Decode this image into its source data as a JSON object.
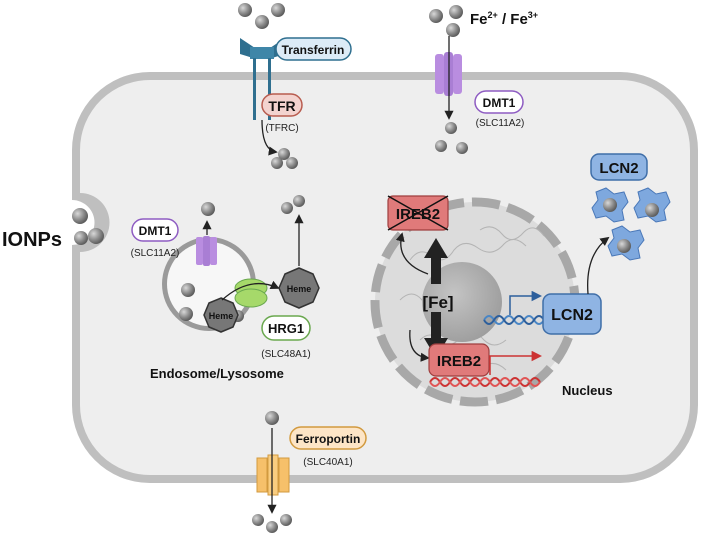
{
  "labels": {
    "ionps": "IONPs",
    "fe_prefix": "Fe",
    "fe_sup1": "2+",
    "fe_mid": " / Fe",
    "fe_sup2": "3+",
    "transferrin": "Transferrin",
    "tfr": "TFR",
    "tfrc": "(TFRC)",
    "dmt1_membrane": "DMT1",
    "slc11a2_membrane": "(SLC11A2)",
    "dmt1_endosome": "DMT1",
    "slc11a2_endosome": "(SLC11A2)",
    "heme_inside": "Heme",
    "heme_outside": "Heme",
    "hrg1": "HRG1",
    "slc48a1": "(SLC48A1)",
    "endosome": "Endosome/Lysosome",
    "ferroportin": "Ferroportin",
    "slc40a1": "(SLC40A1)",
    "ireb2_top": "IREB2",
    "ireb2_bottom": "IREB2",
    "fe_center": "[Fe]",
    "lcn2_nucleus": "LCN2",
    "lcn2_secreted": "LCN2",
    "nucleus": "Nucleus"
  },
  "colors": {
    "cell_fill": "#eeeeee",
    "cell_border": "#9a9a9a",
    "nucleus_fill": "#dcdcdc",
    "iron_particle": "#8c8c8c",
    "transferrin_protein": "#2f6f8f",
    "transferrin_box": "#dcebf7",
    "dmt1_channel": "#b98de0",
    "dmt1_box_border": "#8e5cc2",
    "tfr_box": "#f3d3cf",
    "hrg1_channel": "#a6d96a",
    "hrg1_box_border": "#6aa84f",
    "ferroportin_channel": "#f6c06a",
    "ferroportin_box": "#fde5c6",
    "ireb2_fill": "#e07a7a",
    "lcn2_fill": "#8fb4e3",
    "dna_red": "#cc3333",
    "dna_blue": "#4a86c5",
    "heme_fill": "#777777"
  }
}
